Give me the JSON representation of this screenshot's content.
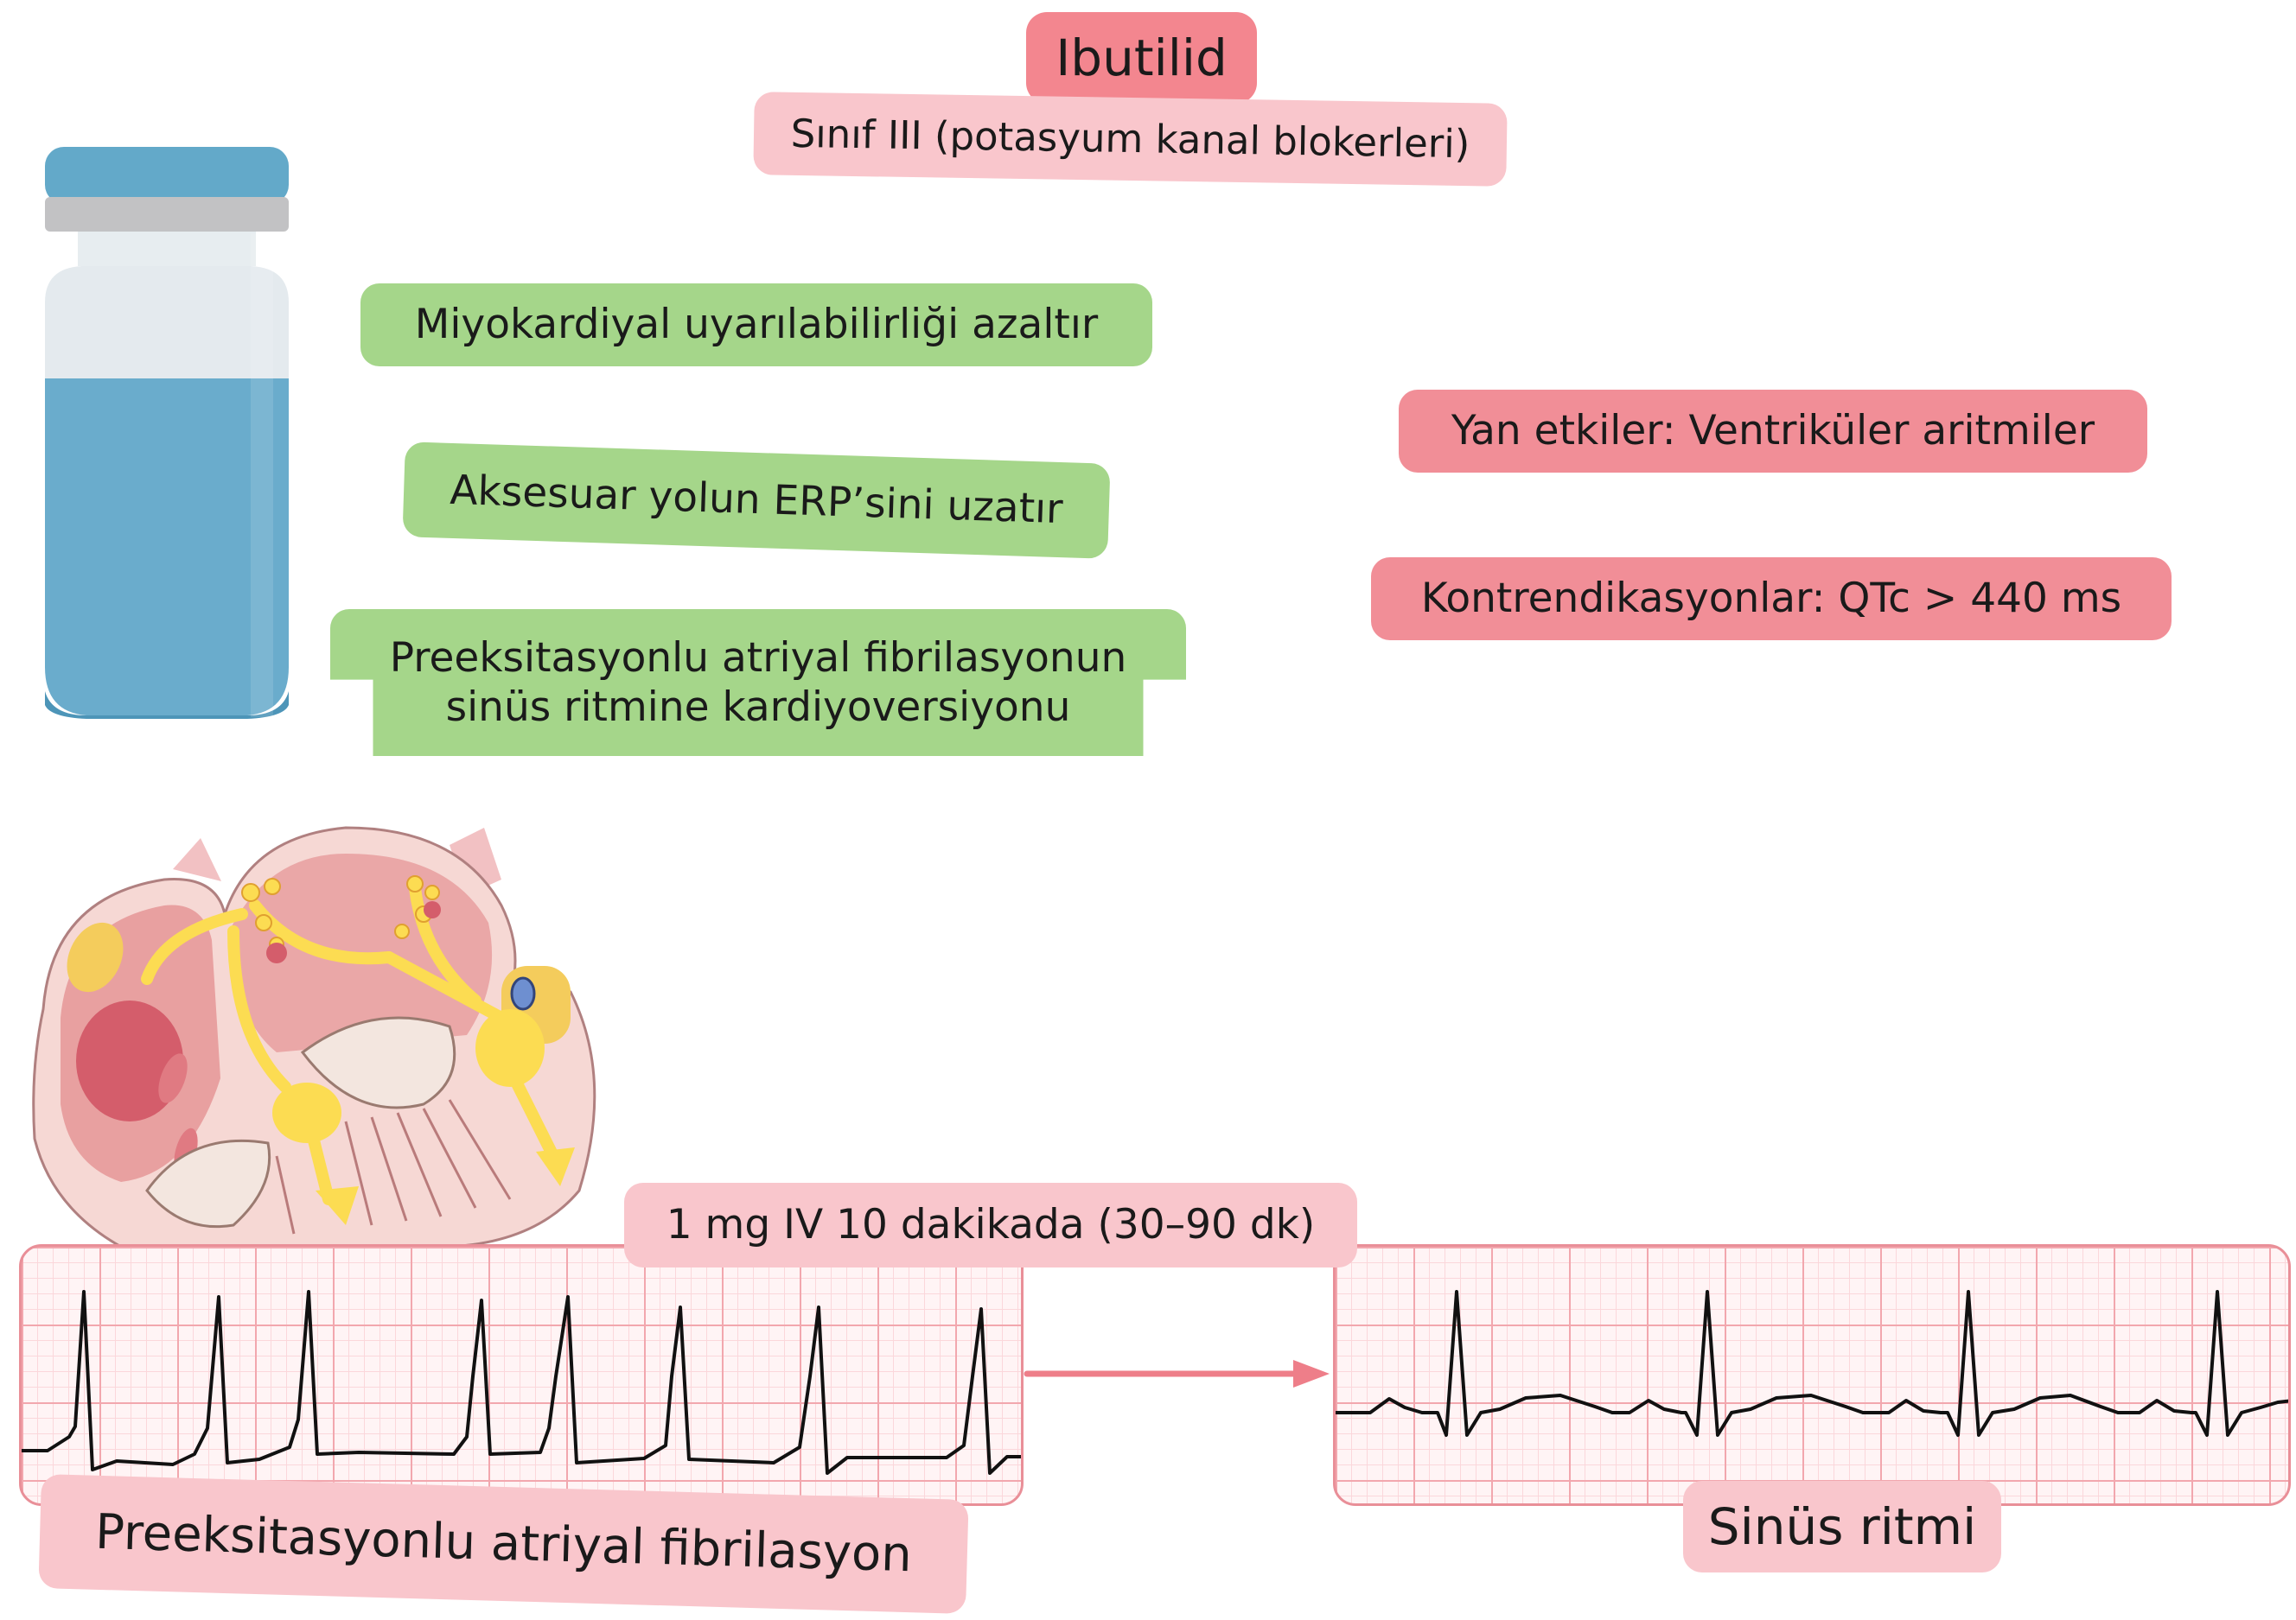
{
  "title": "Ibutilid",
  "subtitle": "Sınıf III (potasyum kanal blokerleri)",
  "effects": [
    "Miyokardiyal uyarılabilirliği azaltır",
    "Aksesuar yolun ERP’sini uzatır",
    "Preeksitasyonlu atriyal fibrilasyonun",
    "sinüs ritmine kardiyoversiyonu"
  ],
  "side_effects": "Yan etkiler: Ventriküler aritmiler",
  "contraindications": "Kontrendikasyonlar: QTc > 440 ms",
  "dose": "1 mg IV 10 dakikada (30–90 dk)",
  "ecg_before_label": "Preeksitasyonlu atriyal fibrilasyon",
  "ecg_after_label": "Sinüs ritmi",
  "icons": [
    "vial-icon",
    "heart-conduction-icon",
    "arrow-right-icon"
  ],
  "colors": {
    "green": "#a5d68a",
    "pink_light": "#f9c6cc",
    "pink": "#f18e97",
    "vial_blue": "#6aaccc",
    "conduction_yellow": "#fcdc52"
  }
}
